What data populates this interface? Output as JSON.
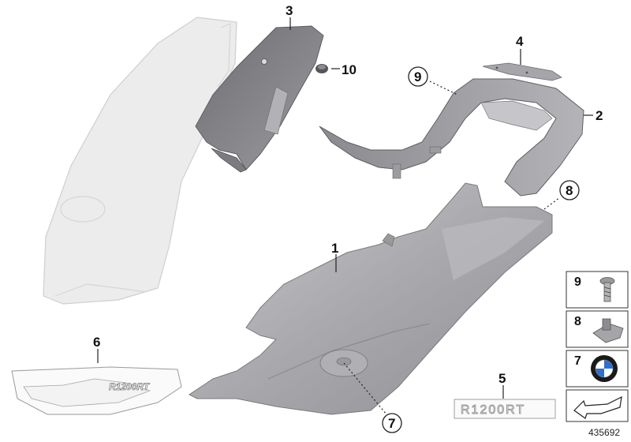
{
  "diagram": {
    "id": "435692",
    "callouts": [
      "1",
      "2",
      "3",
      "4",
      "5",
      "6",
      "7",
      "8",
      "9",
      "10",
      "7",
      "8",
      "9"
    ],
    "legend": [
      {
        "number": "9",
        "icon": "screw-icon"
      },
      {
        "number": "8",
        "icon": "clip-nut-icon"
      },
      {
        "number": "7",
        "icon": "bmw-logo-icon"
      }
    ],
    "emblem_text": "R1200RT",
    "decal_text": "R1200RT"
  }
}
